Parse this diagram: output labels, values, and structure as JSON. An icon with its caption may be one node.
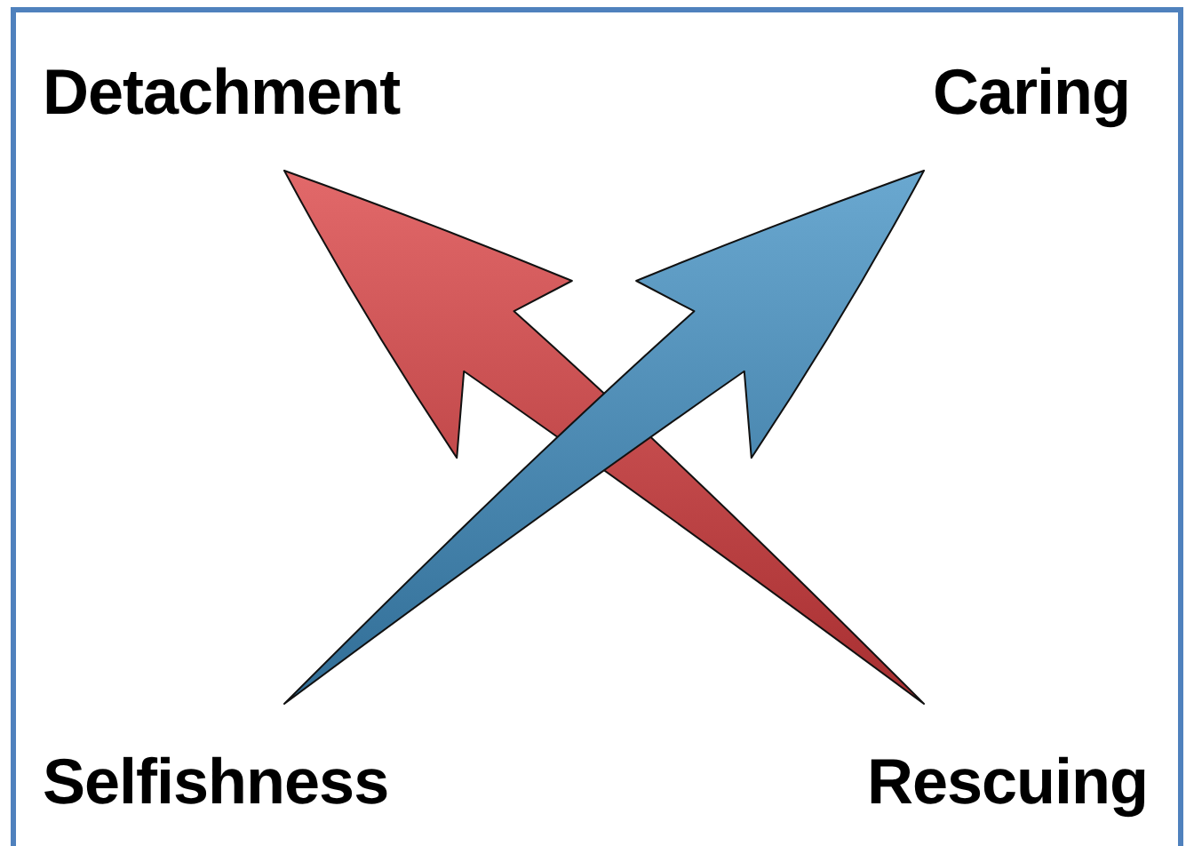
{
  "diagram": {
    "nodes": [
      {
        "text": [
          "Detachment"
        ]
      },
      {
        "text": [
          "Caring"
        ]
      },
      {
        "text": [
          "Selfishness"
        ]
      },
      {
        "text": [
          "Rescuing"
        ]
      }
    ],
    "edges": [
      {
        "from": 3,
        "to": 0,
        "arrow": "to",
        "color": "#d9383a"
      },
      {
        "from": 2,
        "to": 1,
        "arrow": "to",
        "color": "#3a8cc2"
      }
    ]
  }
}
